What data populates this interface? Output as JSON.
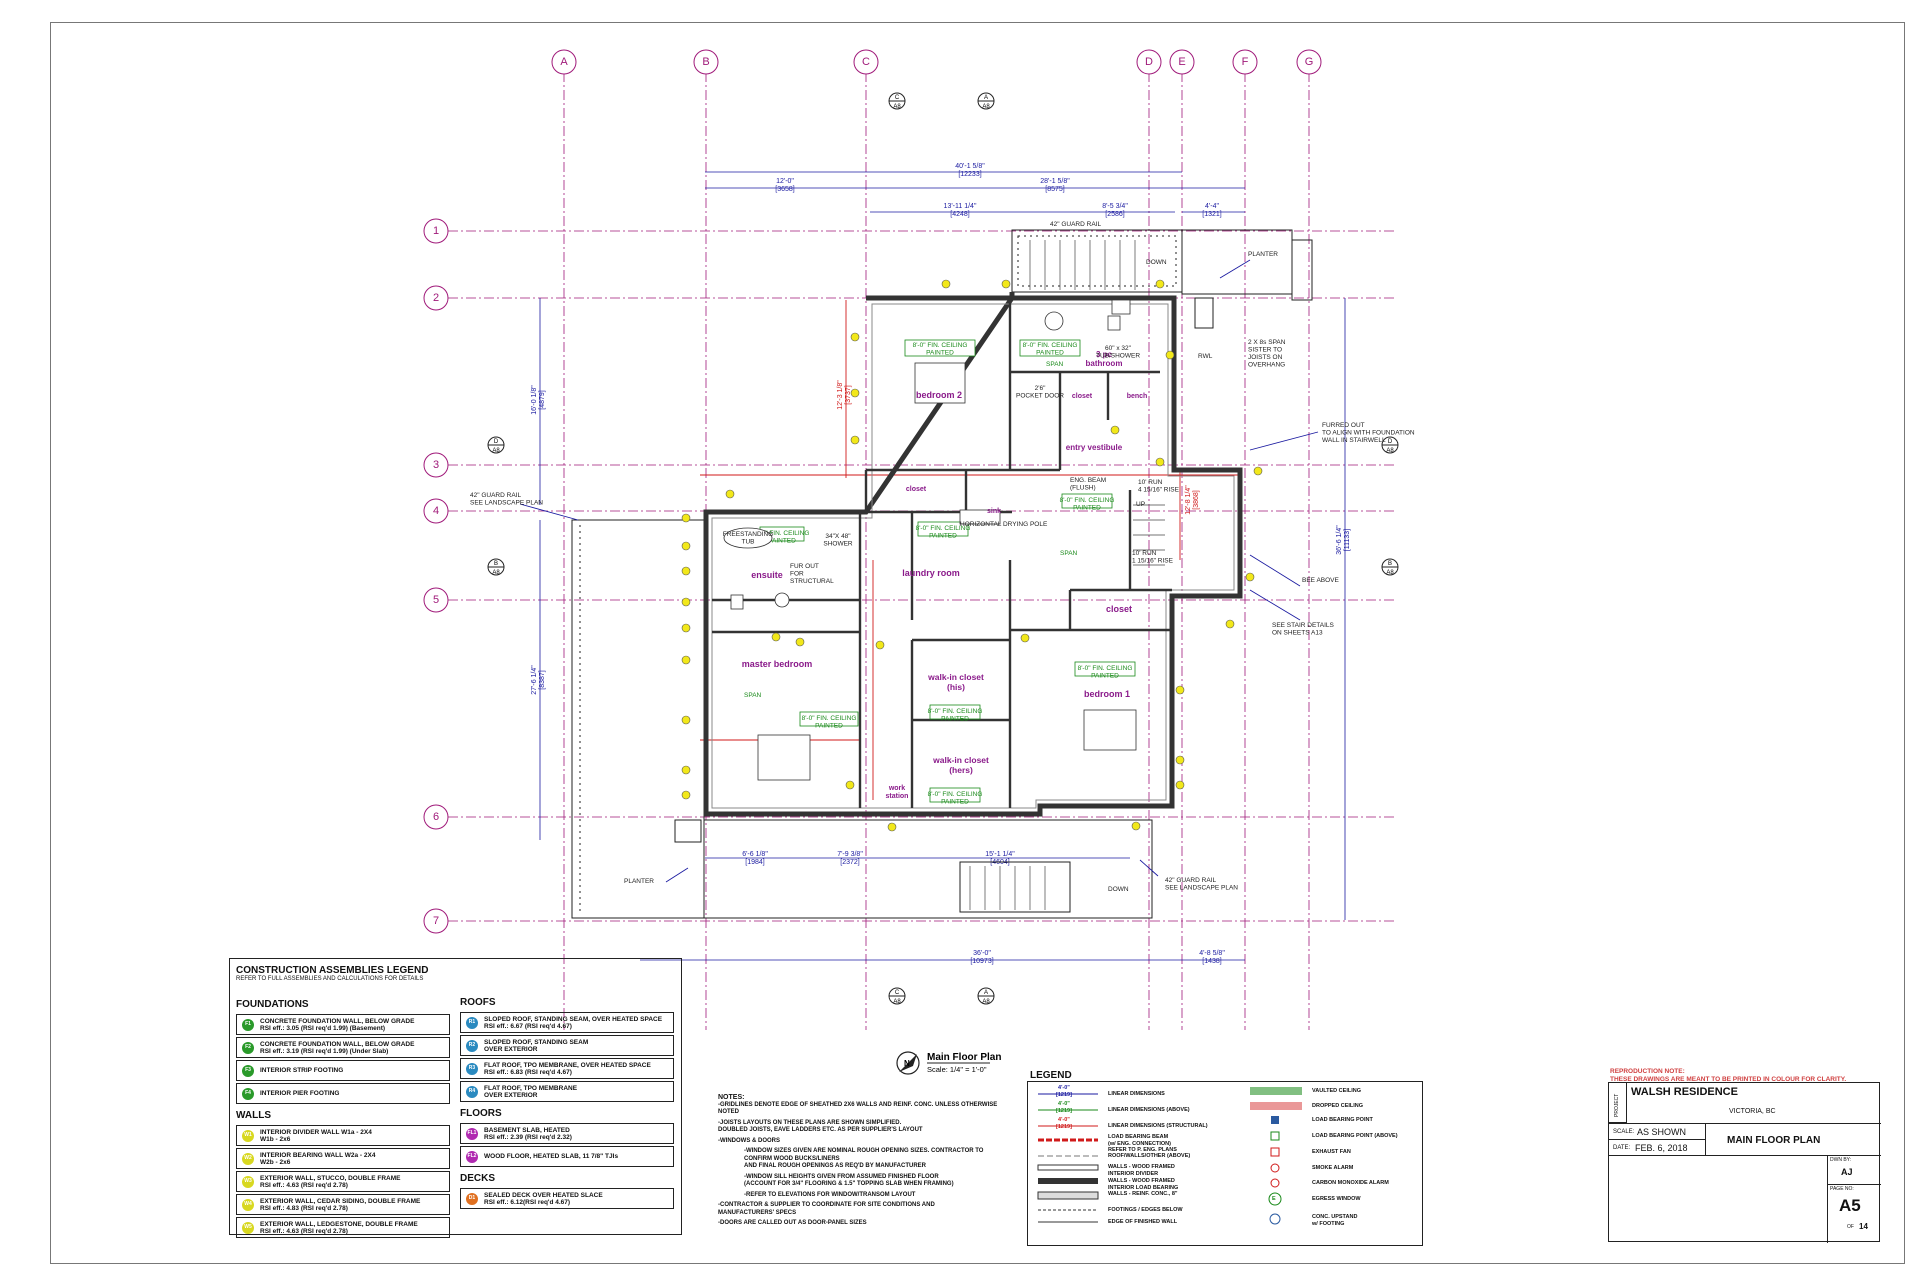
{
  "grid": {
    "columns": [
      "A",
      "B",
      "C",
      "D",
      "E",
      "F",
      "G"
    ],
    "rows": [
      "1",
      "2",
      "3",
      "4",
      "5",
      "6",
      "7"
    ],
    "section_marks": [
      {
        "letter": "C",
        "sheet": "A8"
      },
      {
        "letter": "A",
        "sheet": "A8"
      },
      {
        "letter": "D",
        "sheet": "A8"
      },
      {
        "letter": "B",
        "sheet": "A8"
      }
    ]
  },
  "rooms": {
    "bedroom2": "bedroom 2",
    "bathroom": "3 pc\nbathroom",
    "closet_top": "closet",
    "bench": "bench",
    "entry": "entry vestibule",
    "closet_mid": "closet",
    "sink": "sink",
    "ensuite": "ensuite",
    "laundry": "laundry room",
    "closet_right": "closet",
    "master": "master bedroom",
    "wic_his": "walk-in closet\n(his)",
    "wic_hers": "walk-in closet\n(hers)",
    "bedroom1": "bedroom 1",
    "work": "work\nstation"
  },
  "plan_notes": {
    "tub": "FREESTANDING\nTUB",
    "shower": "34\"X 48\"\nSHOWER",
    "tubshower": "60\" x 32\"\nTUB/SHOWER",
    "pocket": "2'6\"\nPOCKET DOOR",
    "furout": "FUR OUT\nFOR\nSTRUCTURAL",
    "drying": "HORIZONTAL DRYING POLE",
    "guard_top": "42\" GUARD RAIL",
    "guard_left": "42\" GUARD RAIL\nSEE LANDSCAPE PLAN",
    "guard_bottom": "42\" GUARD RAIL\nSEE LANDSCAPE PLAN",
    "planter_top": "PLANTER",
    "planter_bottom": "PLANTER",
    "joists": "2 X 8s SPAN\nSISTER TO\nJOISTS ON\nOVERHANG",
    "furred": "FURRED OUT\nTO ALIGN WITH FOUNDATION\nWALL IN STAIRWELL",
    "bee_above": "BEE ABOVE",
    "stair_details": "SEE STAIR DETAILS\nON SHEETS A13",
    "down_top": "DOWN",
    "down_bottom": "DOWN",
    "up": "UP",
    "rwl": "RWL",
    "span": "SPAN",
    "ceiling": "8'-0\" FIN. CEILING\nPAINTED",
    "run1": "10' RUN\n4 15/16\" RISE",
    "run2": "10' RUN\n1 15/16\" RISE",
    "beam": "ENG. BEAM\n(FLUSH)"
  },
  "dimensions": {
    "top_overall": "40'-1 5/8\"\n[12233]",
    "top_a": "12'-0\"\n[3658]",
    "top_b": "28'-1 5/8\"\n[8575]",
    "top_c": "13'-11 1/4\"\n[4248]",
    "top_d": "8'-5 3/4\"\n[2586]",
    "top_e": "4'-4\"\n[1321]",
    "bot_overall": "36'-0\"\n[10973]",
    "bot_a": "6'-6 1/8\"\n[1984]",
    "bot_b": "7'-9 3/8\"\n[2372]",
    "bot_c": "15'-1 1/4\"\n[4604]",
    "bot_d": "4'-8 5/8\"\n[1438]",
    "left_overall": "27'-6 1/4\"\n[8387]",
    "left_top": "16'-0 1/8\"\n[4879]",
    "right_overall": "36'-6 1/4\"\n[11133]",
    "red_left": "12'-3 1/8\"\n[3737]",
    "red_mid": "12'-8 1/4\"\n[3868]"
  },
  "title": {
    "text": "Main Floor Plan",
    "scale": "Scale: 1/4\" = 1'-0\"",
    "north": "N"
  },
  "assemblies": {
    "title": "CONSTRUCTION ASSEMBLIES LEGEND",
    "subtitle": "REFER TO FULL ASSEMBLIES AND CALCULATIONS FOR DETAILS",
    "foundations_head": "FOUNDATIONS",
    "foundations": [
      {
        "code": "F1",
        "text": "CONCRETE FOUNDATION WALL, BELOW GRADE\nRSI eff.: 3.05 (RSI req'd 1.99)   (Basement)"
      },
      {
        "code": "F2",
        "text": "CONCRETE FOUNDATION WALL, BELOW GRADE\nRSI eff.: 3.19 (RSI req'd 1.99)   (Under Slab)"
      },
      {
        "code": "F3",
        "text": "INTERIOR STRIP FOOTING"
      },
      {
        "code": "F4",
        "text": "INTERIOR PIER FOOTING"
      }
    ],
    "walls_head": "WALLS",
    "walls": [
      {
        "code": "W1",
        "text": "INTERIOR DIVIDER WALL          W1a - 2X4\n                                                    W1b - 2x6"
      },
      {
        "code": "W2",
        "text": "INTERIOR BEARING WALL          W2a - 2X4\n                                                    W2b - 2x6"
      },
      {
        "code": "W3",
        "text": "EXTERIOR WALL, STUCCO, DOUBLE FRAME\nRSI eff.: 4.63 (RSI req'd 2.78)"
      },
      {
        "code": "W4",
        "text": "EXTERIOR WALL, CEDAR SIDING, DOUBLE FRAME\nRSI eff.: 4.83 (RSI req'd 2.78)"
      },
      {
        "code": "W5",
        "text": "EXTERIOR WALL, LEDGESTONE, DOUBLE FRAME\nRSI eff.: 4.63 (RSI req'd 2.78)"
      }
    ],
    "roofs_head": "ROOFS",
    "roofs": [
      {
        "code": "R1",
        "text": "SLOPED ROOF, STANDING SEAM, OVER HEATED SPACE\nRSI eff.: 6.67 (RSI req'd 4.67)"
      },
      {
        "code": "R2",
        "text": "SLOPED ROOF, STANDING SEAM\nOVER EXTERIOR"
      },
      {
        "code": "R3",
        "text": "FLAT ROOF, TPO MEMBRANE, OVER HEATED SPACE\nRSI eff.: 6.83 (RSI req'd 4.67)"
      },
      {
        "code": "R4",
        "text": "FLAT ROOF, TPO MEMBRANE\nOVER EXTERIOR"
      }
    ],
    "floors_head": "FLOORS",
    "floors": [
      {
        "code": "FL1",
        "text": "BASEMENT SLAB, HEATED\nRSI eff.: 2.39 (RSI req'd 2.32)"
      },
      {
        "code": "FL2",
        "text": "WOOD FLOOR, HEATED SLAB, 11 7/8\" TJIs"
      }
    ],
    "decks_head": "DECKS",
    "decks": [
      {
        "code": "D1",
        "text": "SEALED DECK OVER HEATED SLACE\nRSI eff.: 6.12(RSI req'd 4.67)"
      }
    ],
    "colors": {
      "F": "#2a9a2a",
      "W": "#d8d820",
      "R": "#2a8ac0",
      "FL": "#b02ab0",
      "D": "#e07020"
    }
  },
  "notes": {
    "head": "NOTES:",
    "items": [
      "-GRIDLINES DENOTE EDGE OF SHEATHED 2X6 WALLS AND REINF. CONC. UNLESS OTHERWISE\nNOTED",
      "-JOISTS LAYOUTS ON THESE PLANS ARE SHOWN SIMPLIFIED.\n  DOUBLED JOISTS, EAVE LADDERS ETC. AS PER SUPPLIER'S LAYOUT",
      "-WINDOWS & DOORS"
    ],
    "sub_items": [
      "-WINDOW SIZES GIVEN ARE NOMINAL ROUGH OPENING SIZES.  CONTRACTOR TO\nCONFIRM WOOD BUCKS/LINERS\nAND FINAL ROUGH OPENINGS AS REQ'D BY MANUFACTURER",
      "-WINDOW SILL HEIGHTS GIVEN FROM ASSUMED FINISHED FLOOR\n(ACCOUNT FOR 3/4\" FLOORING & 1.5\" TOPPING SLAB WHEN FRAMING)",
      "-REFER TO ELEVATIONS FOR WINDOW/TRANSOM LAYOUT",
      "-CONTRACTOR & SUPPLIER TO COORDINATE FOR SITE CONDITIONS AND\nMANUFACTURERS' SPECS",
      "-DOORS ARE CALLED OUT AS DOOR-PANEL SIZES"
    ]
  },
  "legend": {
    "title": "LEGEND",
    "dim_sample": "4'-0\"\n[1219]",
    "items_left": [
      "LINEAR DIMENSIONS",
      "LINEAR DIMENSIONS (ABOVE)",
      "LINEAR DIMENSIONS (STRUCTURAL)",
      "LOAD BEARING BEAM\n(w/ ENG. CONNECTION)\nREFER TO P. ENG. PLANS",
      "ROOF/WALLS/OTHER (ABOVE)",
      "WALLS - WOOD FRAMED\nINTERIOR DIVIDER",
      "WALLS - WOOD FRAMED\nINTERIOR LOAD BEARING",
      "WALLS - REINF. CONC., 8\"",
      "FOOTINGS / EDGES BELOW",
      "EDGE OF FINISHED WALL"
    ],
    "items_right": [
      "VAULTED CEILING",
      "DROPPED CEILING",
      "LOAD BEARING POINT",
      "LOAD BEARING POINT (ABOVE)",
      "EXHAUST FAN",
      "SMOKE ALARM",
      "CARBON MONOXIDE ALARM",
      "EGRESS WINDOW",
      "CONC. UPSTAND\nw/ FOOTING"
    ],
    "egress_letter": "E"
  },
  "titleblock": {
    "repro": "REPRODUCTION NOTE:\nTHESE DRAWINGS ARE MEANT TO BE PRINTED IN COLOUR FOR CLARITY.",
    "project_label": "PROJECT",
    "project": "WALSH RESIDENCE",
    "location": "VICTORIA, BC",
    "scale_label": "SCALE:",
    "scale": "AS SHOWN",
    "date_label": "DATE:",
    "date": "FEB. 6, 2018",
    "sheet_title": "MAIN FLOOR PLAN",
    "drawn_label": "DWN BY:",
    "drawn": "AJ",
    "page_label": "PAGE NO:",
    "page": "A5",
    "of_label": "OF",
    "of": "14"
  }
}
